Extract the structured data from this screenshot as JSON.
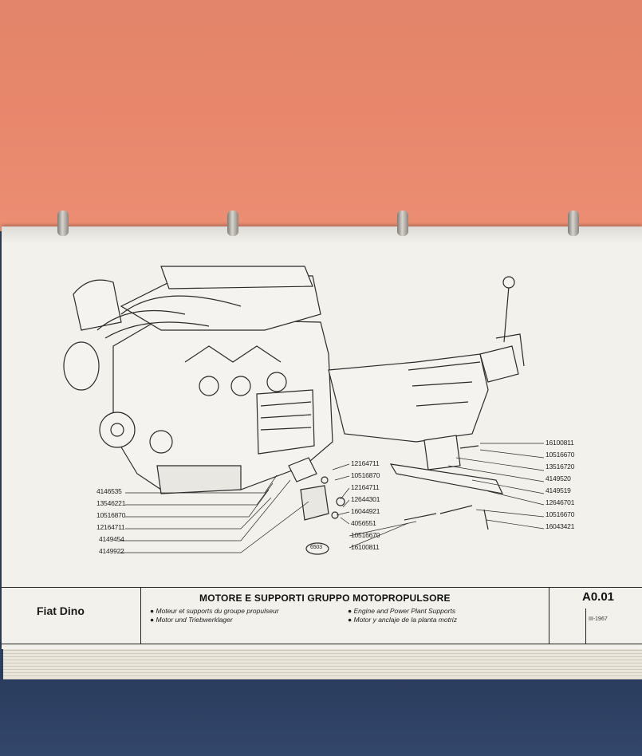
{
  "manual": {
    "model": "Fiat Dino",
    "title": "MOTORE E SUPPORTI GRUPPO MOTOPROPULSORE",
    "subtitles": [
      "Moteur et supports du groupe propulseur",
      "Motor und Triebwerklager",
      "Engine and Power Plant Supports",
      "Motor y anclaje de la planta motriz"
    ],
    "code": "A0.01",
    "date": "III-1967"
  },
  "callouts": {
    "left": [
      "4146535",
      "13546221",
      "10516870",
      "12164711",
      "4149454",
      "4149922"
    ],
    "middle": [
      "12164711",
      "10516870",
      "12164711",
      "12644301",
      "16044921",
      "4056551",
      "10516670",
      "16100811"
    ],
    "right": [
      "16100811",
      "10516670",
      "13516720",
      "4149520",
      "4149519",
      "12646701",
      "10516670",
      "16043421"
    ],
    "stamp": "6503"
  },
  "colors": {
    "divider": "#e7866b",
    "paper": "#f2f1ec",
    "binder": "#2d3f5e",
    "ink": "#1f1f1f"
  }
}
